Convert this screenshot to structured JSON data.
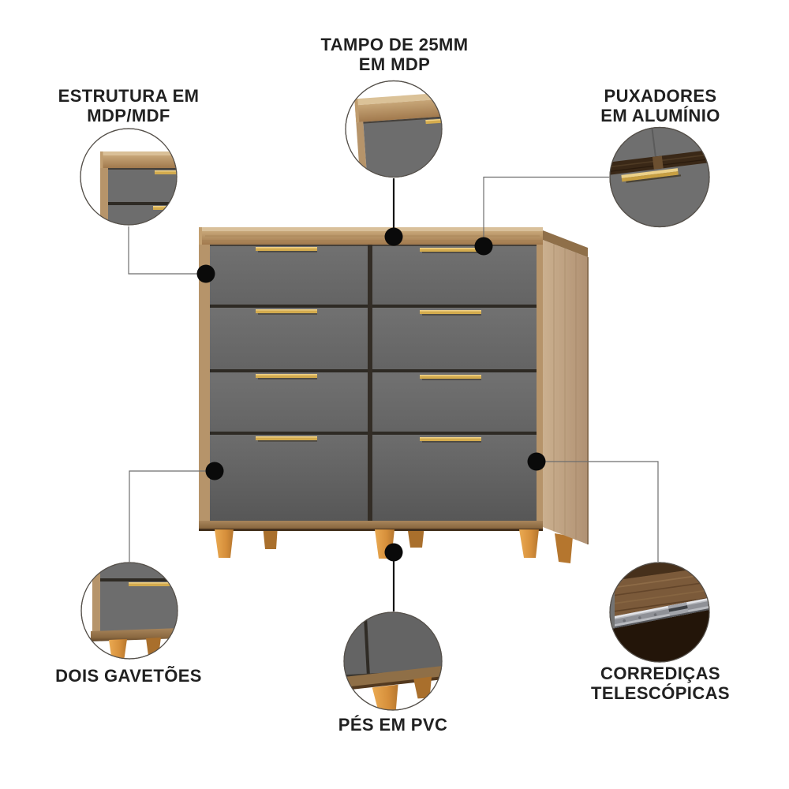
{
  "page": {
    "background": "#ffffff",
    "subject": "dresser-product-feature-diagram"
  },
  "callouts": [
    {
      "id": "tampo",
      "position": "top-center",
      "lines": [
        "TAMPO DE 25MM",
        "EM MDP"
      ]
    },
    {
      "id": "estrutura",
      "position": "top-left",
      "lines": [
        "ESTRUTURA EM",
        "MDP/MDF"
      ]
    },
    {
      "id": "puxadores",
      "position": "top-right",
      "lines": [
        "PUXADORES",
        "EM ALUMÍNIO"
      ]
    },
    {
      "id": "dois-gavetoes",
      "position": "bottom-left",
      "lines": [
        "DOIS GAVETÕES"
      ]
    },
    {
      "id": "pes",
      "position": "bottom-center",
      "lines": [
        "PÉS EM PVC"
      ]
    },
    {
      "id": "corredicas",
      "position": "bottom-right",
      "lines": [
        "CORREDIÇAS",
        "TELESCÓPICAS"
      ]
    }
  ],
  "colors": {
    "text": "#212121",
    "wood_frame": "#b6946a",
    "wood_top": "#ab885c",
    "wood_side": "#c2a685",
    "drawer_gray": "#6a6a6a",
    "handle_gold": "#d3ab4e",
    "feet_orange": "#dd9a45",
    "dark_wood": "#3a2817",
    "slide_metal": "#b9bbc0",
    "connector_line": "#6e6e6e",
    "connector_dot": "#0a0a0a"
  }
}
